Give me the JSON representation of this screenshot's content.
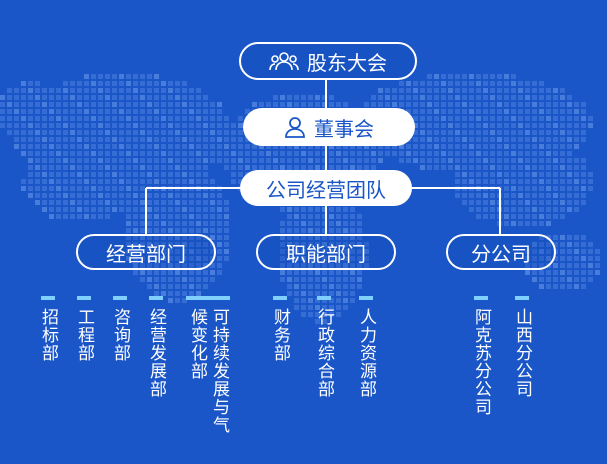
{
  "org": {
    "shareholders": {
      "label": "股东大会",
      "icon": "people-icon"
    },
    "board": {
      "label": "董事会",
      "icon": "person-icon"
    },
    "management": {
      "label": "公司经营团队"
    },
    "divisions": [
      {
        "label": "经营部门"
      },
      {
        "label": "职能部门"
      },
      {
        "label": "分公司"
      }
    ],
    "departments": [
      {
        "label": "招标部"
      },
      {
        "label": "工程部"
      },
      {
        "label": "咨询部"
      },
      {
        "label": "经营发展部"
      },
      {
        "label": "可持续发展与气候变化部"
      },
      {
        "label": "财务部"
      },
      {
        "label": "行政综合部"
      },
      {
        "label": "人力资源部"
      },
      {
        "label": "阿克苏分公司"
      },
      {
        "label": "山西分公司"
      }
    ]
  },
  "colors": {
    "background": "#1a56c8",
    "map_dots": "#4f82de",
    "accent_bar": "#7fd0ff",
    "line": "#ffffff"
  }
}
